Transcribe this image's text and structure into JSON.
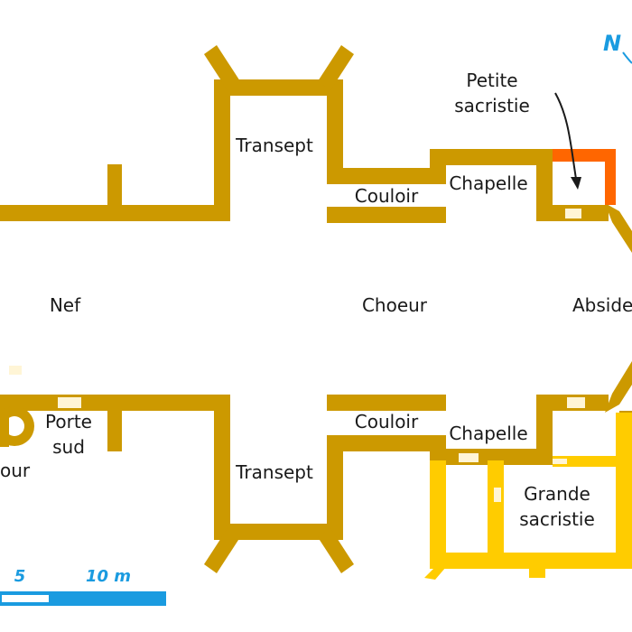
{
  "colors": {
    "wall": "#cc9900",
    "sacristy_wall": "#ffcc00",
    "small_sacristy_wall": "#ff6600",
    "window": "#fff5d6",
    "accent": "#1a9be0",
    "text": "#1a1a1a"
  },
  "labels": {
    "petite_sacristie_1": "Petite",
    "petite_sacristie_2": "sacristie",
    "transept_north": "Transept",
    "couloir_north": "Couloir",
    "chapelle_north": "Chapelle",
    "nef": "Nef",
    "choeur": "Choeur",
    "abside": "Abside",
    "porte_sud_1": "Porte",
    "porte_sud_2": "sud",
    "tour": "our",
    "couloir_south": "Couloir",
    "chapelle_south": "Chapelle",
    "transept_south": "Transept",
    "grande_sacristie_1": "Grande",
    "grande_sacristie_2": "sacristie"
  },
  "scale": {
    "mid": "5",
    "end": "10 m"
  },
  "north": {
    "label": "N"
  }
}
